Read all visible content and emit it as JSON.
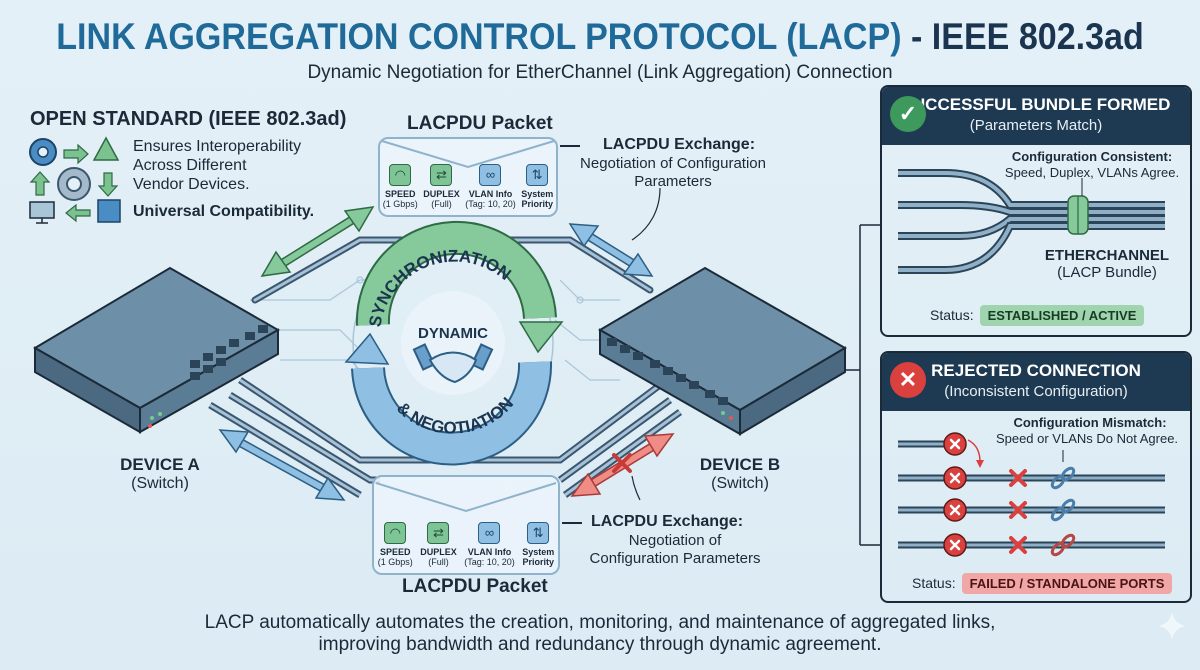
{
  "header": {
    "title_main": "LINK AGGREGATION CONTROL PROTOCOL (LACP)",
    "title_suffix": "- IEEE 802.3ad",
    "subtitle": "Dynamic Negotiation for EtherChannel (Link Aggregation) Connection"
  },
  "open_standard": {
    "title": "OPEN STANDARD (IEEE 802.3ad)",
    "lines": [
      "Ensures Interoperability",
      "Across Different",
      "Vendor Devices."
    ],
    "emphasis": "Universal Compatibility."
  },
  "packet_top": {
    "title": "LACPDU Packet",
    "fields": [
      {
        "icon": "speedometer-icon",
        "glyph": "◠",
        "name": "SPEED",
        "value": "(1 Gbps)",
        "color": "green"
      },
      {
        "icon": "duplex-arrows-icon",
        "glyph": "⇄",
        "name": "DUPLEX",
        "value": "(Full)",
        "color": "green"
      },
      {
        "icon": "link-icon",
        "glyph": "🔗",
        "name": "VLAN Info",
        "value": "(Tag: 10, 20)",
        "color": "blue"
      },
      {
        "icon": "priority-arrows-icon",
        "glyph": "⇅",
        "name": "System",
        "value": "Priority",
        "color": "blue"
      }
    ]
  },
  "exchange_top": {
    "title": "LACPDU Exchange:",
    "lines": [
      "Negotiation of Configuration",
      "Parameters"
    ]
  },
  "packet_bottom": {
    "title": "LACPDU Packet",
    "fields": [
      {
        "icon": "speedometer-icon",
        "glyph": "◠",
        "name": "SPEED",
        "value": "(1 Gbps)",
        "color": "green"
      },
      {
        "icon": "duplex-arrows-icon",
        "glyph": "⇄",
        "name": "DUPLEX",
        "value": "(Full)",
        "color": "green"
      },
      {
        "icon": "link-icon",
        "glyph": "🔗",
        "name": "VLAN Info",
        "value": "(Tag: 10, 20)",
        "color": "blue"
      },
      {
        "icon": "priority-arrows-icon",
        "glyph": "⇅",
        "name": "System",
        "value": "Priority",
        "color": "blue"
      }
    ]
  },
  "exchange_bottom": {
    "title": "LACPDU Exchange:",
    "lines": [
      "Negotiation of",
      "Configuration Parameters"
    ]
  },
  "cycle": {
    "top_text": "SYNCHRONIZATION",
    "center_text": "DYNAMIC",
    "bottom_text": "& NEGOTIATION"
  },
  "device_a": {
    "name": "DEVICE A",
    "type": "(Switch)"
  },
  "device_b": {
    "name": "DEVICE B",
    "type": "(Switch)"
  },
  "success_panel": {
    "title": "SUCCESSFUL BUNDLE FORMED",
    "subtitle": "(Parameters Match)",
    "config_title": "Configuration Consistent:",
    "config_text": "Speed, Duplex, VLANs Agree.",
    "bundle_name": "ETHERCHANNEL",
    "bundle_sub": "(LACP Bundle)",
    "status_label": "Status:",
    "status_value": "ESTABLISHED / ACTIVE"
  },
  "reject_panel": {
    "title": "REJECTED CONNECTION",
    "subtitle": "(Inconsistent Configuration)",
    "config_title": "Configuration Mismatch:",
    "config_text": "Speed or VLANs Do Not Agree.",
    "status_label": "Status:",
    "status_value": "FAILED / STANDALONE PORTS"
  },
  "footer": {
    "line1": "LACP automatically automates the creation, monitoring, and maintenance of aggregated links,",
    "line2": "improving bandwidth and redundancy through dynamic agreement."
  },
  "colors": {
    "title_blue": "#1f6a99",
    "panel_header": "#1e3a52",
    "success_green": "#3d9a5c",
    "reject_red": "#d9403e",
    "cable": "#5e7f98",
    "arrow_green": "#7cc28f",
    "arrow_blue": "#7fb0d8",
    "arrow_red": "#ec7f7a"
  }
}
